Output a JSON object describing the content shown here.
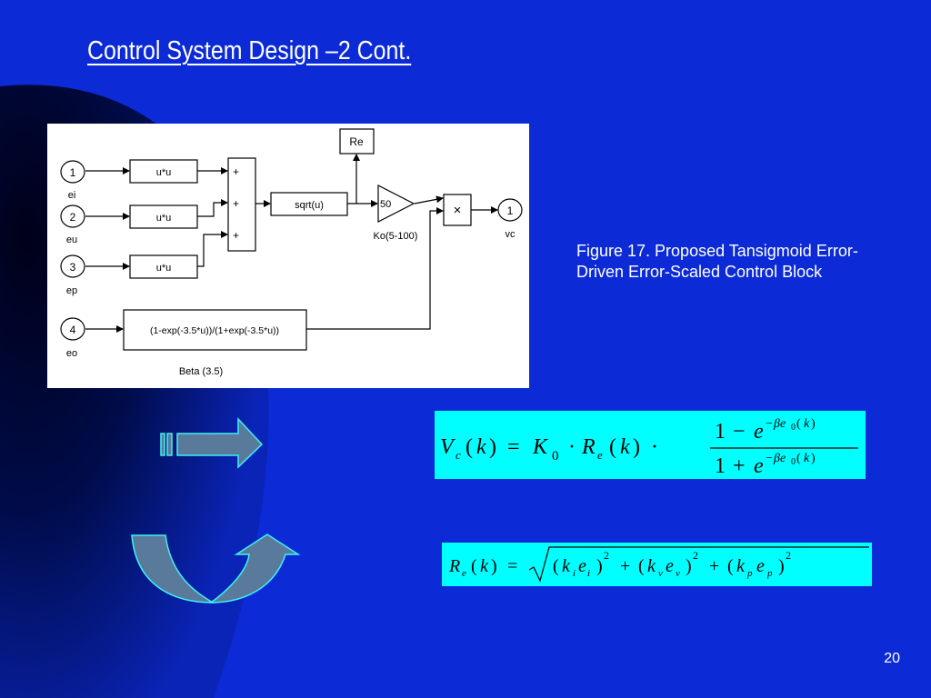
{
  "slide": {
    "title": "Control System Design –2 Cont.",
    "page_number": "20",
    "caption": "Figure 17. Proposed Tansigmoid Error-Driven Error-Scaled Control Block"
  },
  "diagram": {
    "inports": [
      {
        "number": "1",
        "label": "ei"
      },
      {
        "number": "2",
        "label": "eu"
      },
      {
        "number": "3",
        "label": "ep"
      },
      {
        "number": "4",
        "label": "eo"
      }
    ],
    "square_block_label": "u*u",
    "sum_signs": [
      "+",
      "+",
      "+"
    ],
    "sqrt_label": "sqrt(u)",
    "display_label": "Re",
    "gain_value": "50",
    "gain_label": "Ko(5-100)",
    "product_symbol": "×",
    "outport": {
      "number": "1",
      "label": "vc"
    },
    "fcn_expression": "(1-exp(-3.5*u))/(1+exp(-3.5*u))",
    "fcn_label": "Beta (3.5)"
  },
  "equations": {
    "vc": "V_c(k) = K_0 · R_e(k) · (1 − e^(−βe_0(k))) / (1 + e^(−βe_0(k)))",
    "re": "R_e(k) = √((k_i e_i)^2 + (k_v e_v)^2 + (k_p e_p)^2)"
  },
  "colors": {
    "background": "#0c2bd6",
    "equation_box": "#00ffff",
    "arrow_fill": "#5a7a9c",
    "arrow_stroke": "#3cf2f2"
  },
  "icons": [
    "right-arrow-icon",
    "u-turn-arrow-icon"
  ]
}
